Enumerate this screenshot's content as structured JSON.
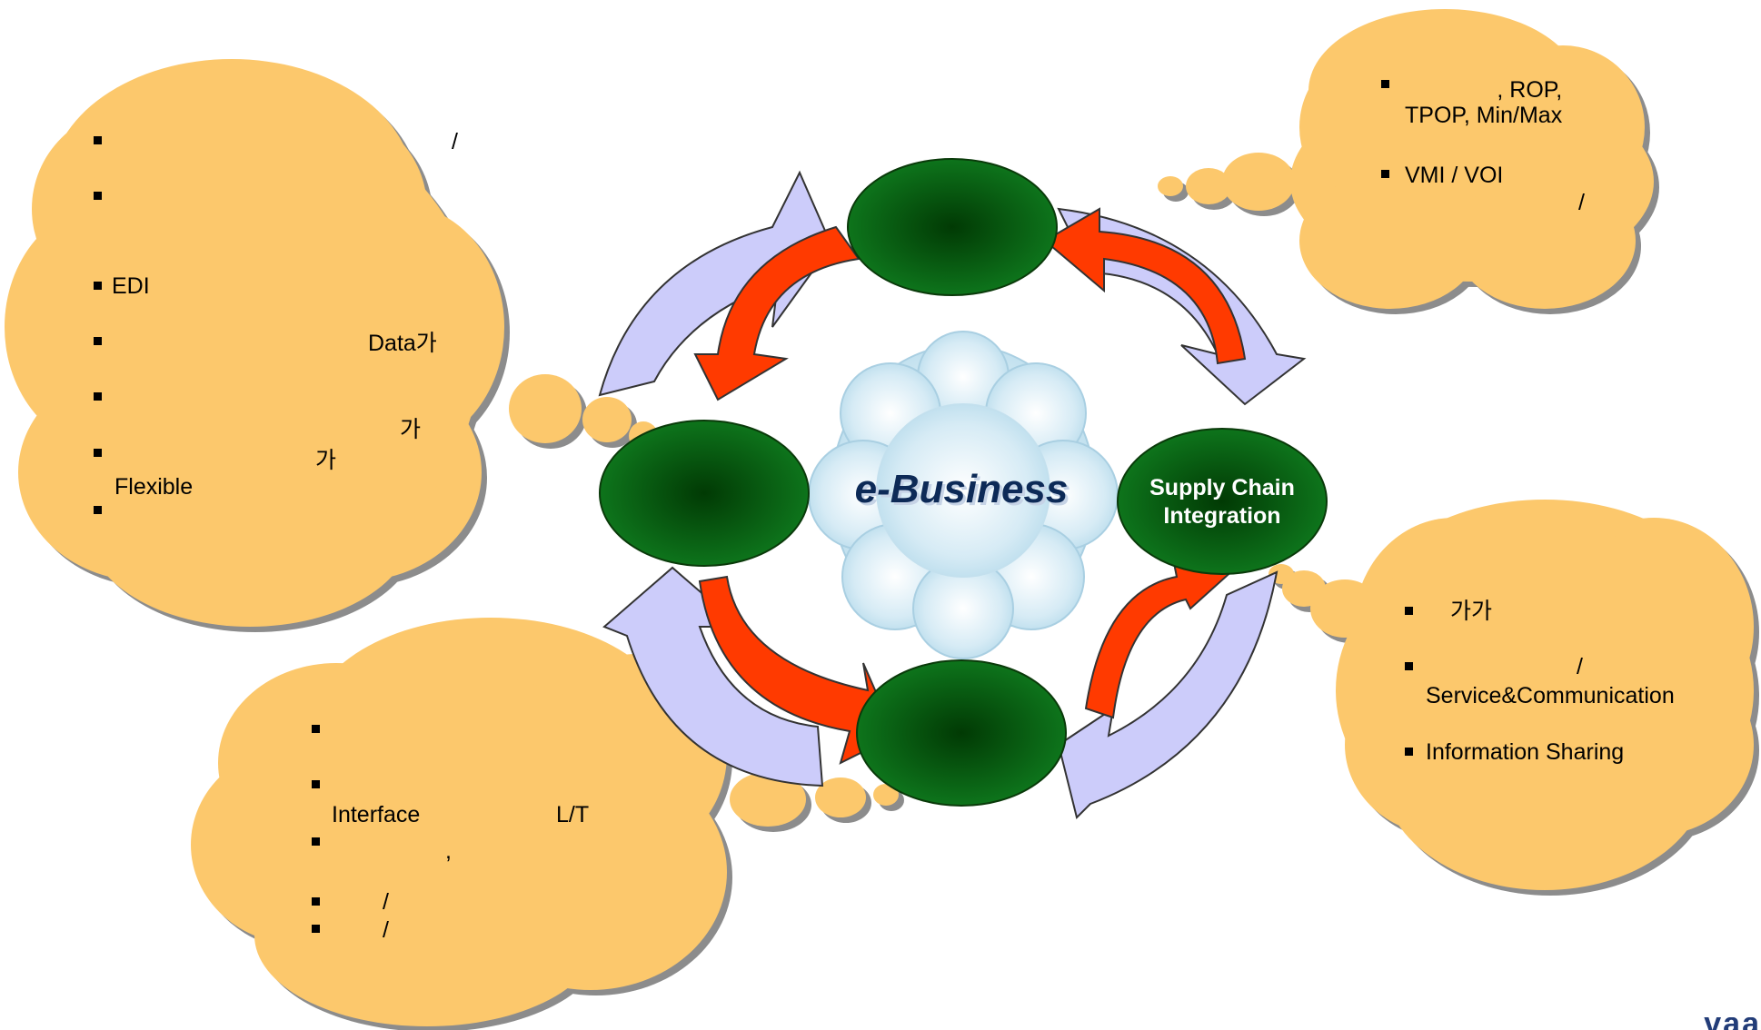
{
  "center": {
    "label": "e-Business"
  },
  "nodes": {
    "top": {
      "label": ""
    },
    "left": {
      "label": ""
    },
    "bottom": {
      "label": ""
    },
    "right": {
      "label": "Supply Chain\nIntegration"
    }
  },
  "clouds": {
    "left": {
      "items": [
        {
          "text": "/"
        },
        {
          "text": ""
        },
        {
          "text": "EDI"
        },
        {
          "text": "Data가"
        },
        {
          "text": ""
        },
        {
          "text": "가"
        },
        {
          "text": "가"
        },
        {
          "text": "Flexible"
        },
        {
          "text": ""
        }
      ]
    },
    "top_right": {
      "items": [
        {
          "text": ", ROP,\nTPOP, Min/Max"
        },
        {
          "text": "VMI / VOI"
        },
        {
          "text": "/"
        }
      ]
    },
    "right": {
      "items": [
        {
          "text": "가가"
        },
        {
          "text": "/"
        },
        {
          "text": "Service&Communication"
        },
        {
          "text": "Information Sharing"
        }
      ]
    },
    "bottom_left": {
      "items": [
        {
          "text": ""
        },
        {
          "text": ""
        },
        {
          "text": "Interface"
        },
        {
          "text": "L/T"
        },
        {
          "text": ","
        },
        {
          "text": "/"
        },
        {
          "text": "/"
        }
      ]
    }
  },
  "logo": {
    "text": "vaa"
  },
  "colors": {
    "cloud_fill": "#fcc86c",
    "cloud_shadow": "#8c8c8c",
    "arrow_outer": "#ccccfa",
    "arrow_inner": "#ff3a00",
    "node_fill": "#0e6a1a",
    "center_cloud": "#d8ecf4"
  }
}
